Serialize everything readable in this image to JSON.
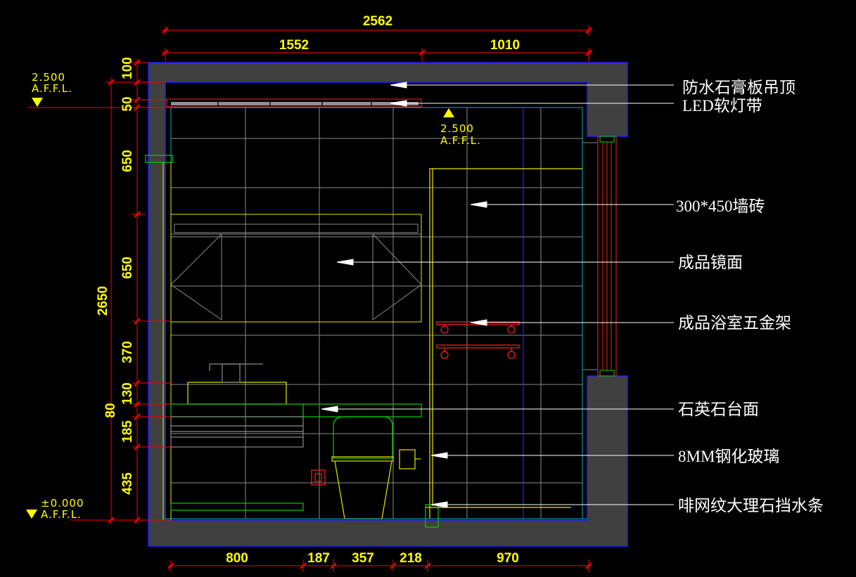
{
  "drawing": {
    "overall_width": "2562",
    "top_dims": [
      "1552",
      "1010"
    ],
    "bottom_dims": [
      "800",
      "187",
      "357",
      "218",
      "970"
    ],
    "overall_height": "2650",
    "left_dims": [
      "100",
      "50",
      "650",
      "650",
      "370",
      "130",
      "185",
      "435"
    ],
    "left_extra_dim": "80",
    "level_top_left": {
      "value": "2.500",
      "ref": "A.F.F.L."
    },
    "level_top_center": {
      "value": "2.500",
      "ref": "A.F.F.L."
    },
    "level_floor": {
      "value": "±0.000",
      "ref": "A.F.F.L."
    },
    "labels": [
      "防水石膏板吊顶",
      "LED软灯带",
      "300*450墙砖",
      "成品镜面",
      "成品浴室五金架",
      "石英石台面",
      "8MM钢化玻璃",
      "啡网纹大理石挡水条"
    ]
  },
  "colors": {
    "background": "#000000",
    "wall_fill": "#404040",
    "wall_outline": "#2020ff",
    "dimension": "#ff0000",
    "dim_text": "#ffff00",
    "tile_grid": "#8a8a8a",
    "fixture_yellow": "#e6e600",
    "fixture_green": "#00d000",
    "cyan": "#00b0c0",
    "fixture_red": "#ff2020",
    "label_text": "#ffffff"
  }
}
